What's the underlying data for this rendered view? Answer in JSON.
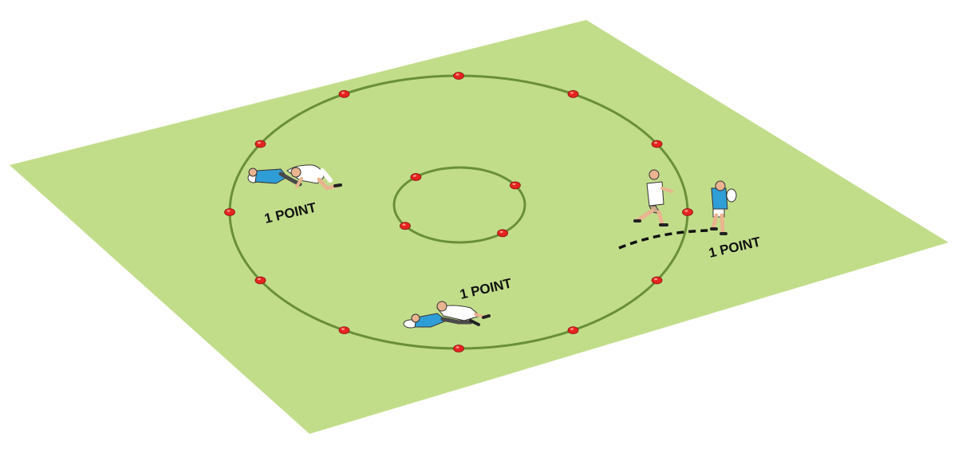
{
  "colors": {
    "background": "#ffffff",
    "pitch": "#c2dd8a",
    "ring_line": "#6a8f3a",
    "cone": "#e52420",
    "cone_highlight": "#ff9a8a",
    "dashed_path": "#111111",
    "team_blue": "#2f9ed6",
    "team_white": "#ffffff",
    "skin": "#e9b48f",
    "shorts_dark": "#4a4a4a",
    "player_outline": "#333333"
  },
  "labels": {
    "left": "1 POINT",
    "bottom": "1 POINT",
    "right": "1 POINT"
  },
  "diagram": {
    "outer_ring_cones": 12,
    "inner_ring_cones": 4,
    "players": [
      {
        "team": "blue",
        "pose": "tackled-ground",
        "area": "left"
      },
      {
        "team": "white",
        "pose": "tackler-kneeling",
        "area": "left"
      },
      {
        "team": "blue",
        "pose": "diving-try",
        "area": "bottom"
      },
      {
        "team": "white",
        "pose": "tackler-diving",
        "area": "bottom"
      },
      {
        "team": "white",
        "pose": "running-chaser",
        "area": "right"
      },
      {
        "team": "blue",
        "pose": "running-ball-carrier",
        "area": "right"
      }
    ],
    "running_line": "dashed"
  }
}
